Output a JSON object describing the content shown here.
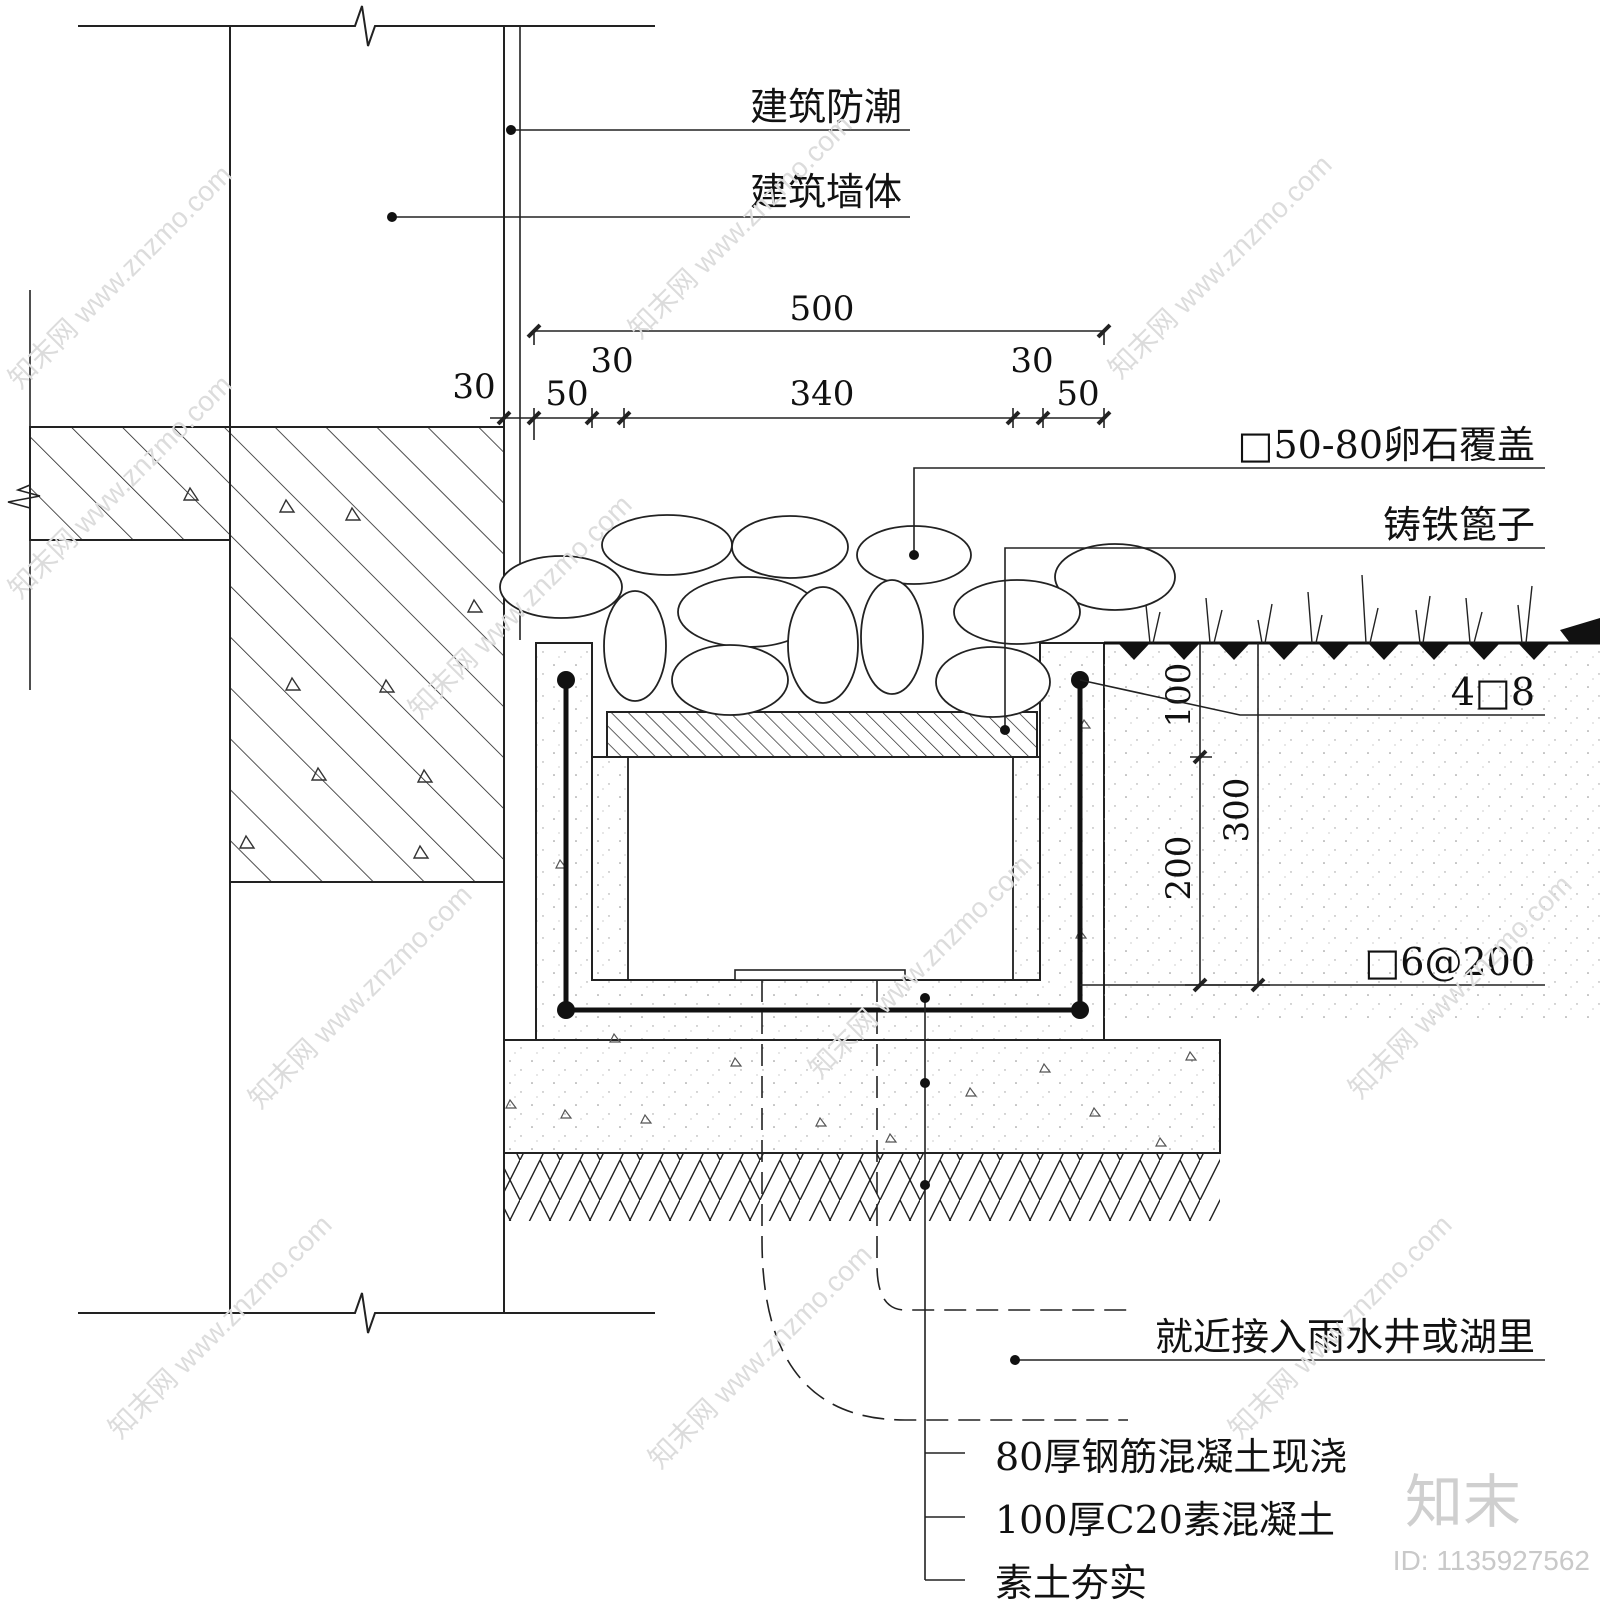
{
  "labels": {
    "damp_proof": "建筑防潮",
    "wall": "建筑墙体",
    "pebble_cover": "□50-80卵石覆盖",
    "grate": "铸铁篦子",
    "main_rebar": "4□8",
    "stirrup": "□6@200",
    "outlet": "就近接入雨水井或湖里",
    "rc_layer": "80厚钢筋混凝土现浇",
    "plain_concrete": "100厚C20素混凝土",
    "compacted_soil": "素土夯实"
  },
  "dimensions": {
    "overall": "500",
    "left_gap": "30",
    "left_wall": "50",
    "left_inner": "30",
    "clear_width": "340",
    "right_inner": "30",
    "right_wall": "50",
    "v_100": "100",
    "v_200": "200",
    "v_300": "300"
  },
  "watermark": {
    "url": "www.znzmo.com",
    "brand": "知末网",
    "logo": "知末",
    "id": "ID: 1135927562"
  }
}
